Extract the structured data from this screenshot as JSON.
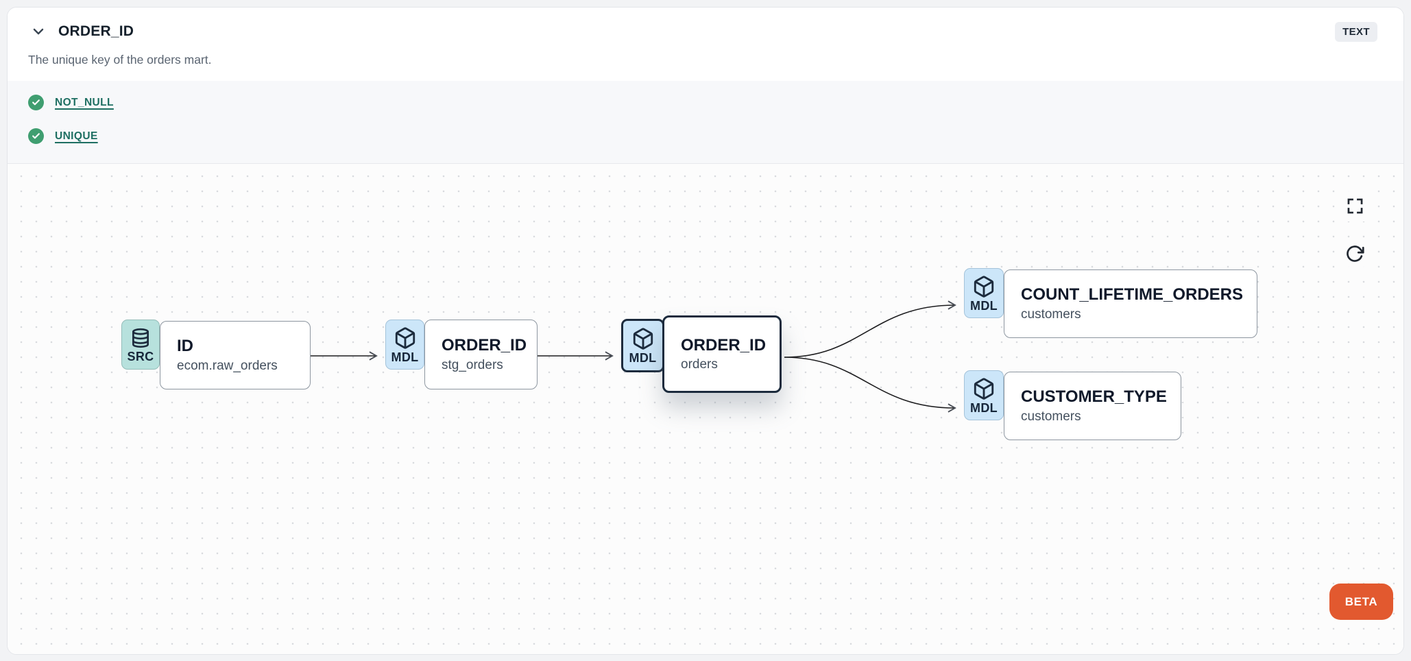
{
  "header": {
    "title": "ORDER_ID",
    "type_badge": "TEXT",
    "description": "The unique key of the orders mart."
  },
  "tests": {
    "items": [
      {
        "label": "NOT_NULL",
        "status": "pass"
      },
      {
        "label": "UNIQUE",
        "status": "pass"
      }
    ]
  },
  "lineage": {
    "nodes": [
      {
        "badge": "SRC",
        "title": "ID",
        "subtitle": "ecom.raw_orders",
        "type": "source",
        "selected": false
      },
      {
        "badge": "MDL",
        "title": "ORDER_ID",
        "subtitle": "stg_orders",
        "type": "model",
        "selected": false
      },
      {
        "badge": "MDL",
        "title": "ORDER_ID",
        "subtitle": "orders",
        "type": "model",
        "selected": true
      },
      {
        "badge": "MDL",
        "title": "COUNT_LIFETIME_ORDERS",
        "subtitle": "customers",
        "type": "model",
        "selected": false
      },
      {
        "badge": "MDL",
        "title": "CUSTOMER_TYPE",
        "subtitle": "customers",
        "type": "model",
        "selected": false
      }
    ],
    "edges": [
      {
        "from": "ID / ecom.raw_orders",
        "to": "ORDER_ID / stg_orders"
      },
      {
        "from": "ORDER_ID / stg_orders",
        "to": "ORDER_ID / orders"
      },
      {
        "from": "ORDER_ID / orders",
        "to": "COUNT_LIFETIME_ORDERS / customers"
      },
      {
        "from": "ORDER_ID / orders",
        "to": "CUSTOMER_TYPE / customers"
      }
    ],
    "beta_label": "BETA"
  },
  "icons": {
    "chevron": "chevron-down-icon",
    "check": "check-circle-icon",
    "database": "database-icon",
    "cube": "cube-icon",
    "fullscreen": "fullscreen-icon",
    "refresh": "refresh-icon"
  },
  "colors": {
    "test_pass_green": "#3f9e70",
    "test_link_teal": "#1e6f62",
    "source_badge_bg": "#b7e1dd",
    "model_badge_bg": "#cce6f9",
    "selected_border": "#1c2b3d",
    "beta_orange": "#e2592f",
    "type_badge_bg": "#eceef2"
  }
}
